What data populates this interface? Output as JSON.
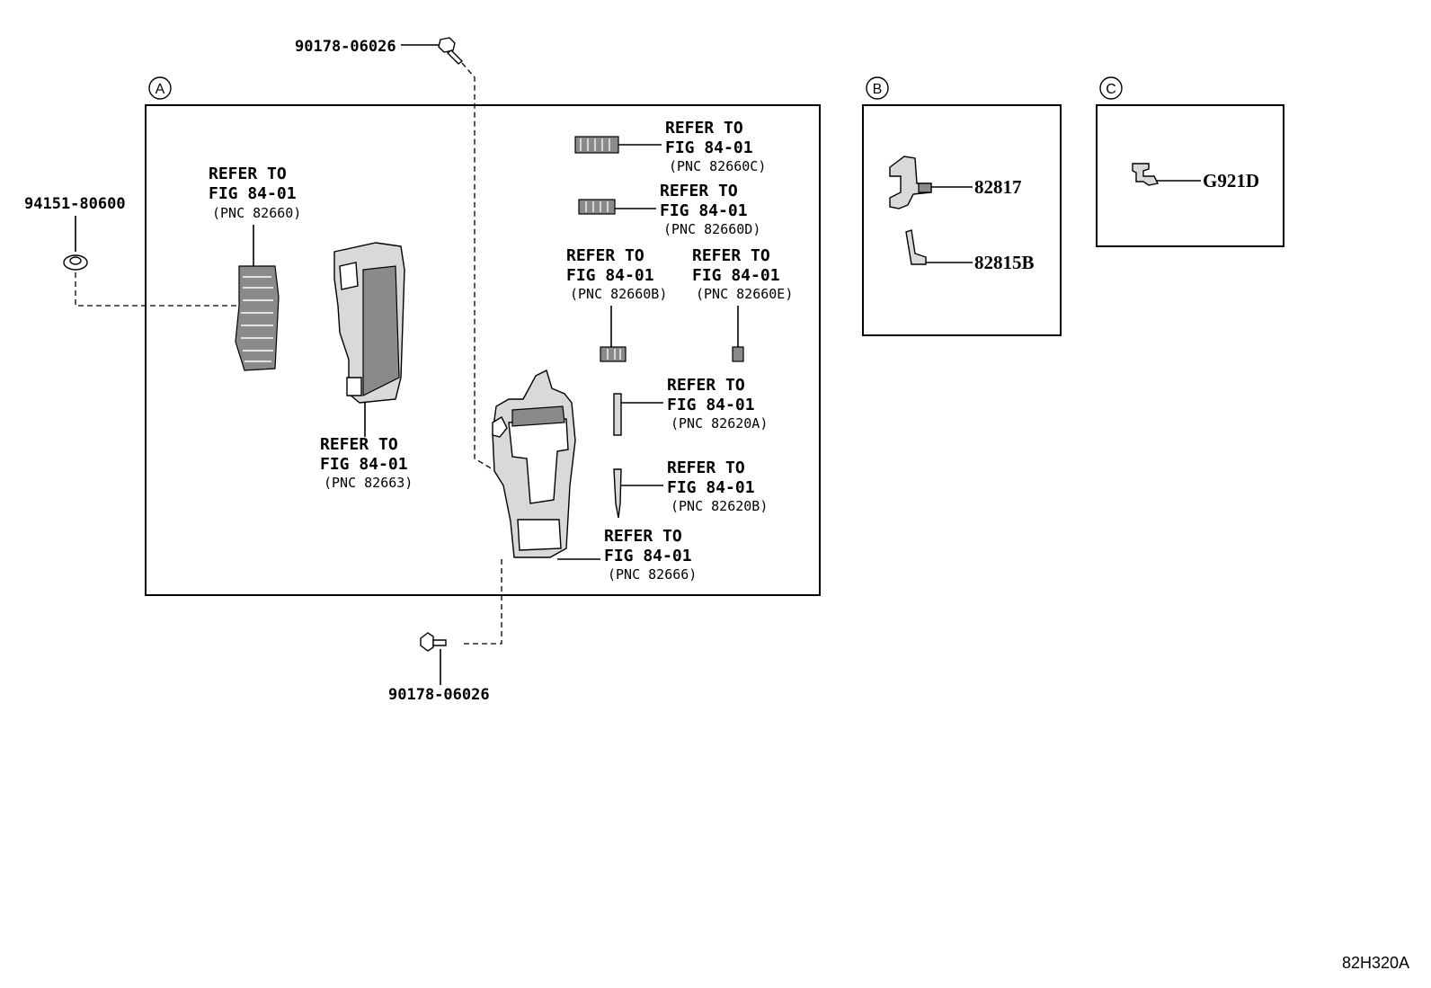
{
  "sections": {
    "a": "A",
    "b": "B",
    "c": "C"
  },
  "refer": {
    "line1": "REFER TO",
    "line2": "FIG 84-01"
  },
  "callouts": {
    "c82660": "(PNC 82660)",
    "c82663": "(PNC 82663)",
    "c82660c": "(PNC 82660C)",
    "c82660d": "(PNC 82660D)",
    "c82660b": "(PNC 82660B)",
    "c82660e": "(PNC 82660E)",
    "c82620a": "(PNC 82620A)",
    "c82620b": "(PNC 82620B)",
    "c82666": "(PNC 82666)"
  },
  "parts": {
    "screw_top": "90178-06026",
    "nut_left": "94151-80600",
    "screw_bottom": "90178-06026",
    "b_upper": "82817",
    "b_lower": "82815B",
    "c_part": "G921D"
  },
  "figure_code": "82H320A"
}
